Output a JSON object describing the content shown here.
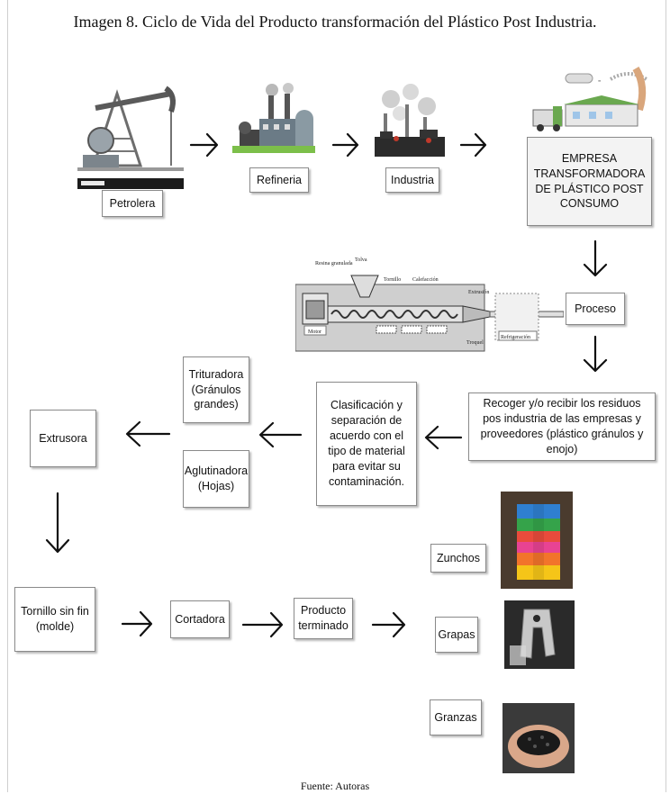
{
  "title": "Imagen 8. Ciclo de Vida del Producto transformación del Plástico Post Industria.",
  "source": "Fuente: Autoras",
  "nodes": {
    "petrolera": "Petrolera",
    "refineria": "Refineria",
    "industria": "Industria",
    "empresa": "EMPRESA TRANSFORMADORA DE PLÁSTICO POST CONSUMO",
    "proceso": "Proceso",
    "recoger": "Recoger y/o recibir los residuos pos industria de las empresas y proveedores (plástico gránulos y enojo)",
    "clasificacion": "Clasificación y separación de acuerdo con el tipo de material para evitar su contaminación.",
    "trituradora": "Trituradora (Gránulos grandes)",
    "aglutinadora": "Aglutinadora (Hojas)",
    "extrusora": "Extrusora",
    "tornillo": "Tornillo sin fin (molde)",
    "cortadora": "Cortadora",
    "producto": "Producto terminado",
    "zunchos": "Zunchos",
    "grapas": "Grapas",
    "granzas": "Granzas"
  },
  "extruder_labels": {
    "resina": "Resina granulada",
    "tolva": "Tolva",
    "tornillo": "Tornillo",
    "calefaccion": "Calefacción",
    "extrusion": "Extrusión",
    "motor": "Motor",
    "troquel": "Troquel",
    "refrigeracion": "Refrigeración"
  },
  "colors": {
    "box_border": "#8a8a8a",
    "arrow": "#111111"
  }
}
